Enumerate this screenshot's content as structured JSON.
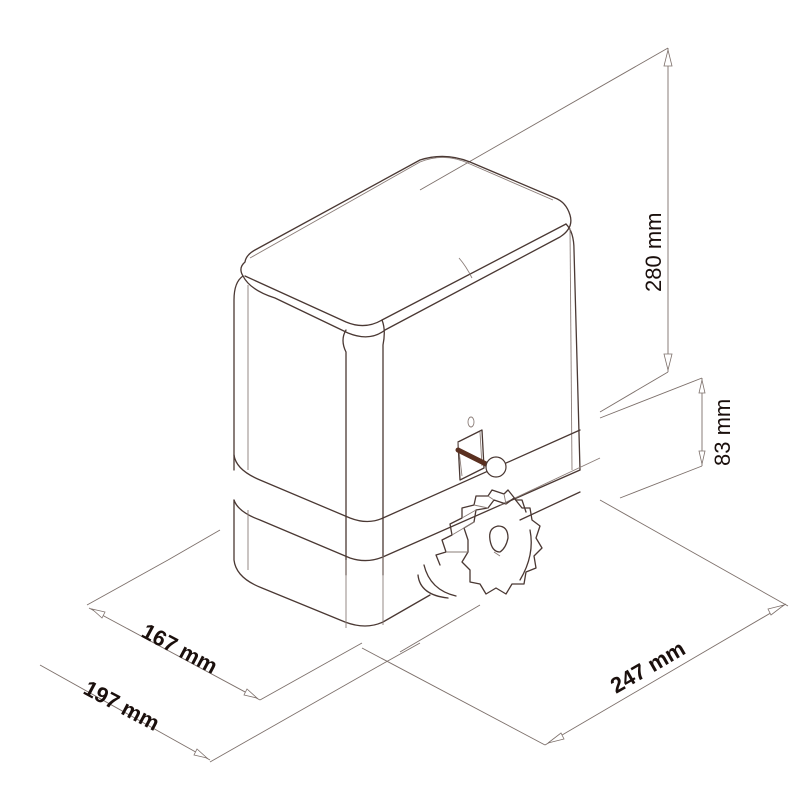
{
  "diagram": {
    "subject": "Sliding gate motor operator with drive gear",
    "colors": {
      "line": "#4a3833",
      "dimension_line": "#7d706b",
      "text": "#1a0f0c",
      "background": "#ffffff",
      "shaft": "#5a3020"
    },
    "dimensions": {
      "height_total": {
        "label": "280 mm"
      },
      "gear_height": {
        "label": "83 mm"
      },
      "depth_inner": {
        "label": "167 mm"
      },
      "depth_outer": {
        "label": "197 mm"
      },
      "length": {
        "label": "247 mm"
      }
    },
    "components": [
      "housing-cover",
      "base-section",
      "drive-gear",
      "release-key-slot",
      "drive-shaft"
    ]
  }
}
